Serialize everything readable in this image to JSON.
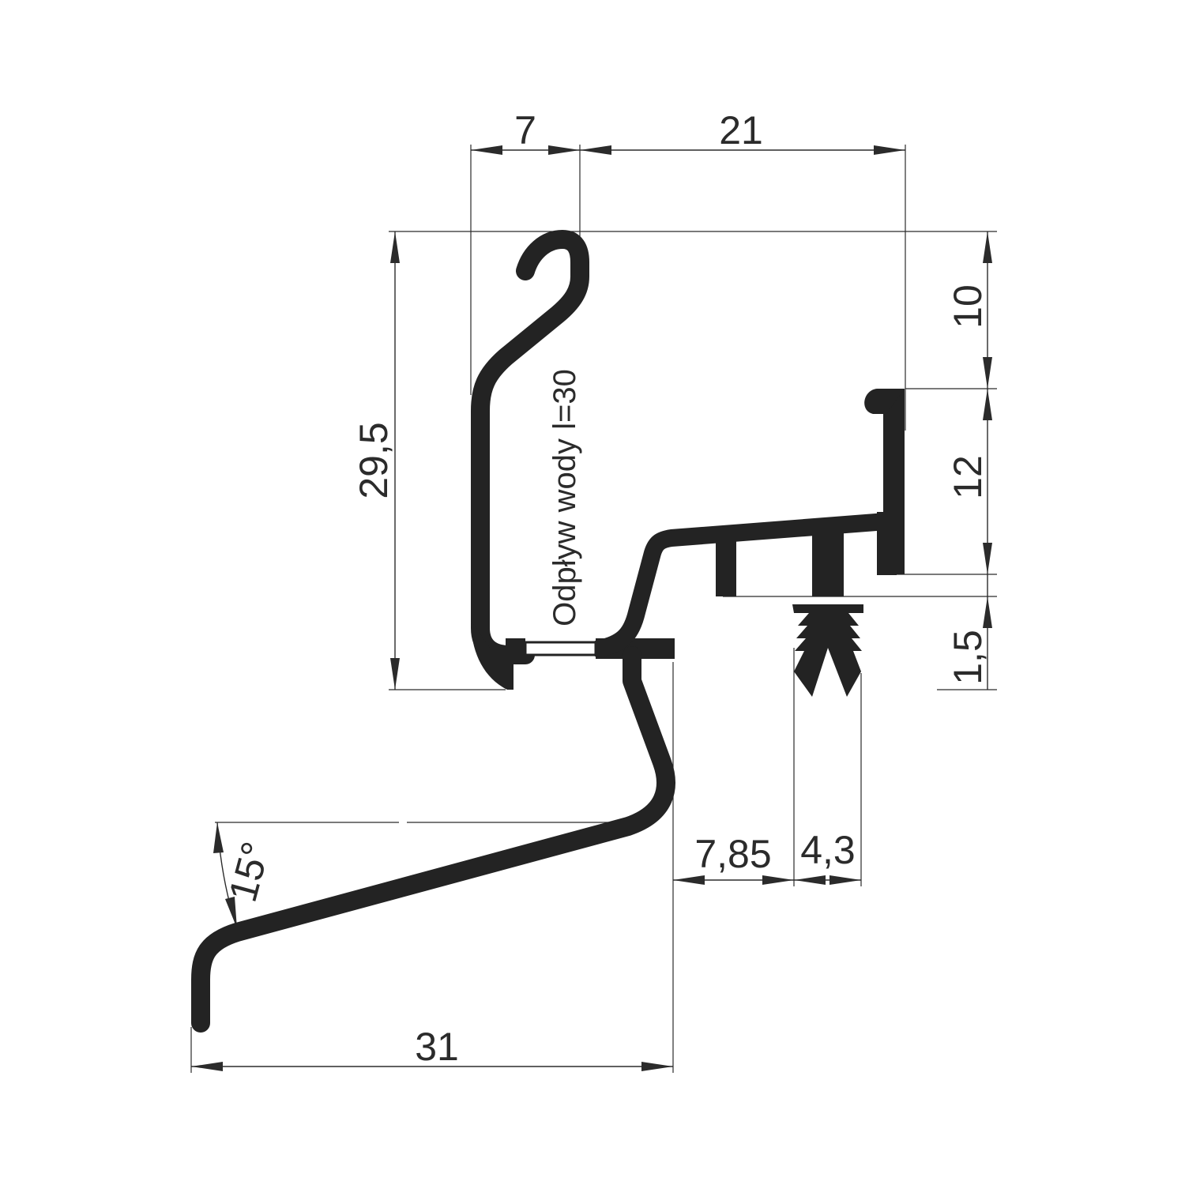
{
  "drawing": {
    "dimensions": {
      "top_left_width": "7",
      "top_right_width": "21",
      "overall_height": "29,5",
      "right_top_height": "10",
      "right_mid_height": "12",
      "right_bottom_height": "1,5",
      "sill_angle": "15°",
      "seal_offset": "7,85",
      "seal_width": "4,3",
      "bottom_width": "31"
    },
    "annotation": "Odpływ wody l=30"
  }
}
